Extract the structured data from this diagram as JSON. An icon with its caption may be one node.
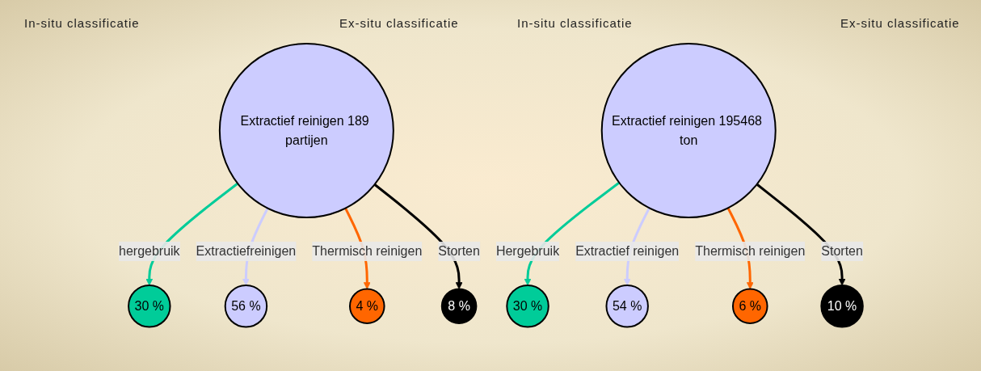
{
  "diagram": {
    "nodes": [
      {
        "text": [
          "Extractief reinigen 189 partijen"
        ]
      },
      {
        "text": [
          "30 %"
        ]
      },
      {
        "text": [
          "56 %"
        ]
      },
      {
        "text": [
          "4 %"
        ]
      },
      {
        "text": [
          "8 %"
        ]
      },
      {
        "text": [
          "Extractief reinigen 195468 ton"
        ]
      },
      {
        "text": [
          "30 %"
        ]
      },
      {
        "text": [
          "54 %"
        ]
      },
      {
        "text": [
          "6 %"
        ]
      },
      {
        "text": [
          "10 %"
        ]
      }
    ],
    "edges": [
      {
        "from": 0,
        "to": 1,
        "arrow": "to",
        "label": "hergebruik",
        "color": "#00cc99"
      },
      {
        "from": 0,
        "to": 2,
        "arrow": "to",
        "label": "Extractiefreinigen",
        "color": "#ccccff"
      },
      {
        "from": 0,
        "to": 3,
        "arrow": "to",
        "label": "Thermisch reinigen",
        "color": "#ff6600"
      },
      {
        "from": 0,
        "to": 4,
        "arrow": "to",
        "label": "Storten",
        "color": "#000000"
      },
      {
        "from": 5,
        "to": 6,
        "arrow": "to",
        "label": "Hergebruik",
        "color": "#00cc99"
      },
      {
        "from": 5,
        "to": 7,
        "arrow": "to",
        "label": "Extractief reinigen",
        "color": "#ccccff"
      },
      {
        "from": 5,
        "to": 8,
        "arrow": "to",
        "label": "Thermisch reinigen",
        "color": "#ff6600"
      },
      {
        "from": 5,
        "to": 9,
        "arrow": "to",
        "label": "Storten",
        "color": "#000000"
      }
    ],
    "labels": [
      "In-situ classificatie",
      "Ex-situ classificatie",
      "In-situ classificatie",
      "Ex-situ classificatie"
    ]
  }
}
